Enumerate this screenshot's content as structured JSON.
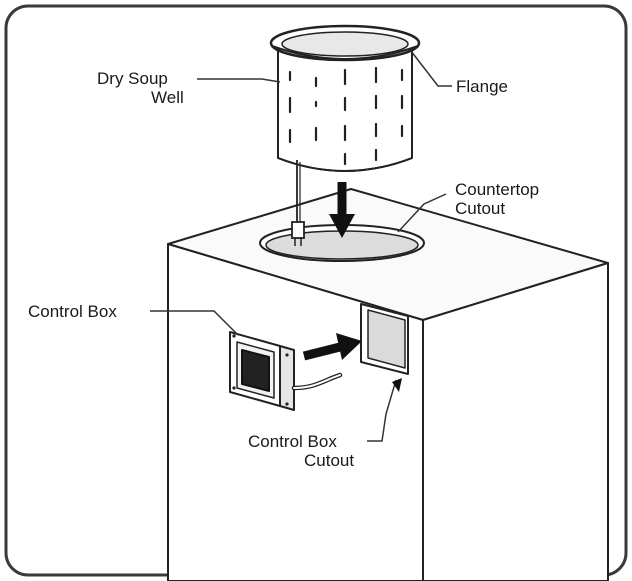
{
  "labels": {
    "dry_soup_well_line1": "Dry Soup",
    "dry_soup_well_line2": "Well",
    "flange": "Flange",
    "countertop_cutout_line1": "Countertop",
    "countertop_cutout_line2": "Cutout",
    "control_box": "Control Box",
    "control_box_cutout_line1": "Control Box",
    "control_box_cutout_line2": "Cutout"
  }
}
